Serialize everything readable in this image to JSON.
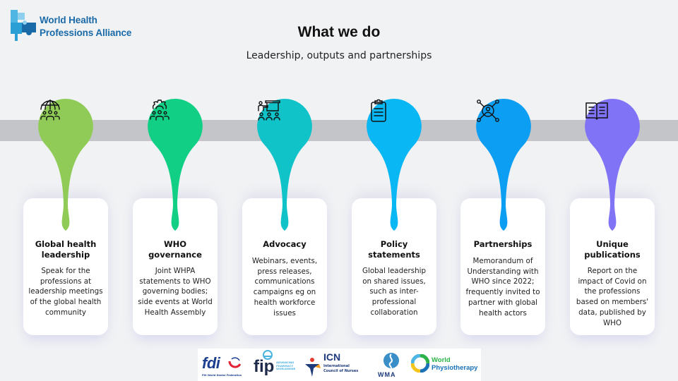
{
  "header": {
    "logo_line1": "World Health",
    "logo_line2": "Professions Alliance",
    "title": "What we do",
    "subtitle": "Leadership, outputs and partnerships"
  },
  "colors": {
    "background": "#f1f2f4",
    "band": "#c4c5c8",
    "logo_text": "#1a6aa8",
    "pins": [
      "#8fcb56",
      "#12cf86",
      "#10c3c9",
      "#09b7f5",
      "#0b9ef3",
      "#8173f5"
    ]
  },
  "items": [
    {
      "icon": "globe-people-icon",
      "title": "Global health leadership",
      "title_lines": [
        "Global health",
        "leadership"
      ],
      "text_lines": [
        "Speak for the",
        "professions at",
        "leadership meetings",
        "of the global health",
        "community"
      ]
    },
    {
      "icon": "gear-people-icon",
      "title": "WHO governance",
      "title_lines": [
        "WHO",
        "governance"
      ],
      "text_lines": [
        "Joint WHPA",
        "statements to WHO",
        "governing bodies;",
        "side events at World",
        "Health Assembly"
      ]
    },
    {
      "icon": "presentation-audience-icon",
      "title": "Advocacy",
      "title_lines": [
        "Advocacy"
      ],
      "text_lines": [
        "Webinars, events,",
        "press releases,",
        "communications",
        "campaigns eg on",
        "health workforce",
        "issues"
      ]
    },
    {
      "icon": "clipboard-icon",
      "title": "Policy statements",
      "title_lines": [
        "Policy",
        "statements"
      ],
      "text_lines": [
        "Global leadership",
        "on shared issues,",
        "such as inter-",
        "professional",
        "collaboration"
      ]
    },
    {
      "icon": "network-person-icon",
      "title": "Partnerships",
      "title_lines": [
        "Partnerships"
      ],
      "text_lines": [
        "Memorandum of",
        "Understanding with",
        "WHO since 2022;",
        "frequently invited to",
        "partner with global",
        "health actors"
      ]
    },
    {
      "icon": "open-book-icon",
      "title": "Unique publications",
      "title_lines": [
        "Unique",
        "publications"
      ],
      "text_lines": [
        "Report on the",
        "impact of Covid on",
        "the professions",
        "based on members'",
        "data, published by",
        "WHO"
      ]
    }
  ],
  "partners": {
    "fdi": {
      "name": "fdi",
      "sub": "FDI World Dental Federation"
    },
    "fip": {
      "name": "fip",
      "sub1": "ADVANCING",
      "sub2": "PHARMACY",
      "sub3": "WORLDWIDE"
    },
    "icn": {
      "name": "ICN",
      "sub1": "International",
      "sub2": "Council of Nurses"
    },
    "wma": {
      "name": "WMA"
    },
    "wp": {
      "line1": "World",
      "line2": "Physiotherapy"
    }
  }
}
